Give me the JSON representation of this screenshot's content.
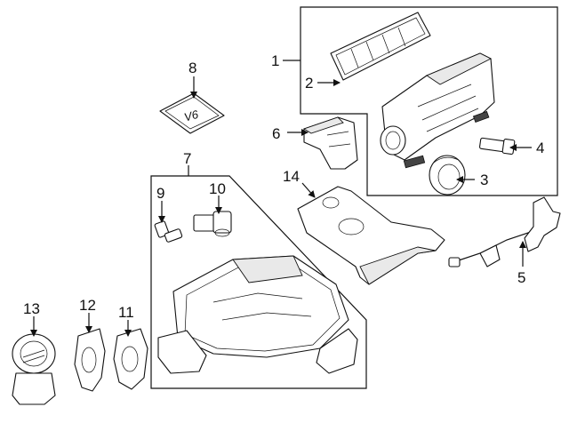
{
  "callouts": {
    "c1": "1",
    "c2": "2",
    "c3": "3",
    "c4": "4",
    "c5": "5",
    "c6": "6",
    "c7": "7",
    "c8": "8",
    "c9": "9",
    "c10": "10",
    "c11": "11",
    "c12": "12",
    "c13": "13",
    "c14": "14"
  },
  "logo_text": "V6",
  "colors": {
    "line": "#111111",
    "background": "#ffffff",
    "fill_shade": "#e9e9e9"
  }
}
